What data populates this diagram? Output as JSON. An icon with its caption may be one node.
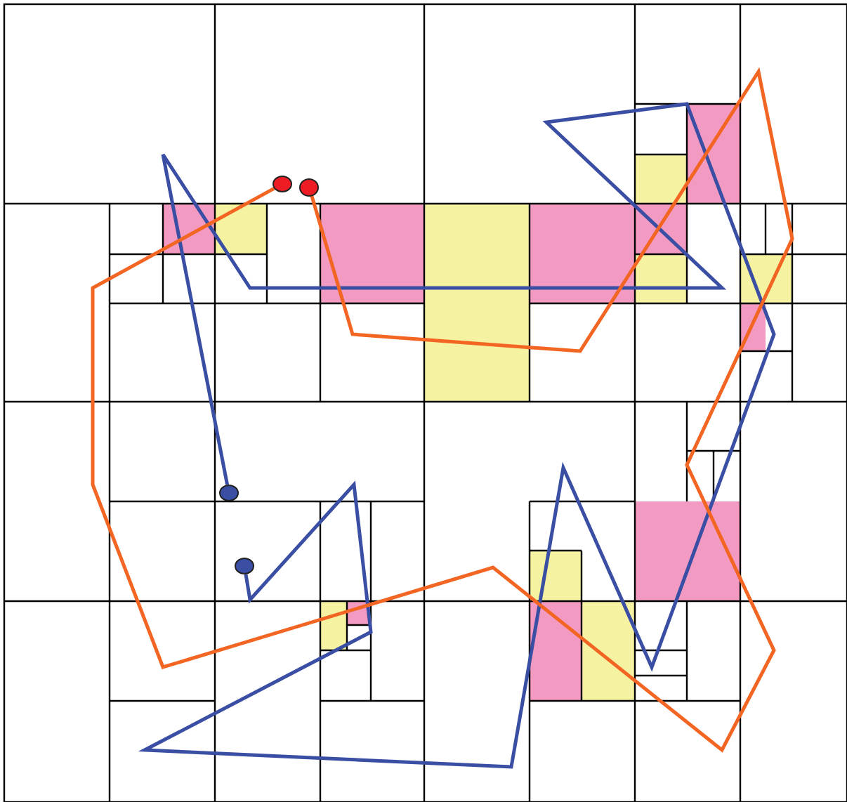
{
  "diagram": {
    "nodes": [
      {
        "text": [],
        "shape": "circle"
      },
      {
        "text": [],
        "shape": "circle"
      },
      {
        "text": [],
        "shape": "circle"
      },
      {
        "text": [],
        "shape": "circle"
      }
    ],
    "edges": [
      {
        "from": 0,
        "to": 1,
        "arrow": "none",
        "color": "#3a4fa3"
      },
      {
        "from": 2,
        "to": 3,
        "arrow": "none",
        "color": "#f26522"
      }
    ]
  }
}
